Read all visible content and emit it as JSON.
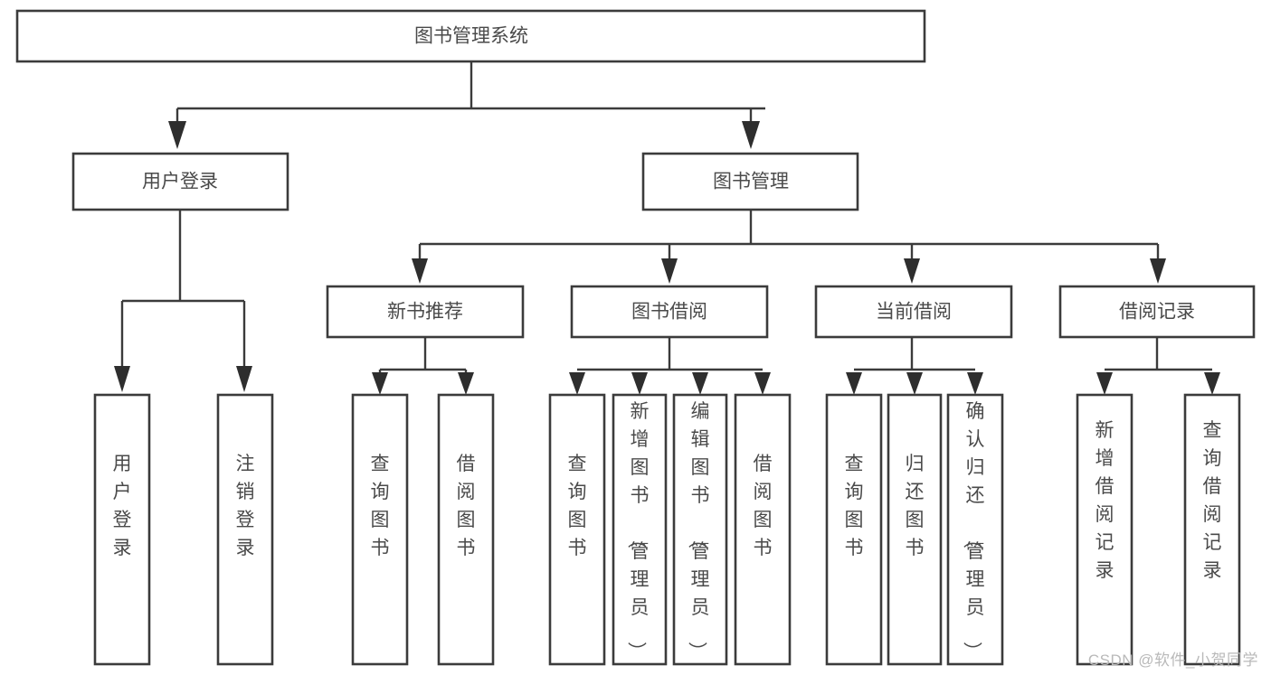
{
  "diagram": {
    "type": "tree-hierarchy-chart",
    "title": "图书管理系统",
    "background_color": "#ffffff",
    "box_stroke_color": "#3b3b3b",
    "text_color": "#4a4a4a",
    "arrow_color": "#2e2e2e",
    "levels": 3
  },
  "root": {
    "label": "图书管理系统"
  },
  "level1": [
    {
      "label": "用户登录"
    },
    {
      "label": "图书管理"
    }
  ],
  "level2": [
    {
      "label": "新书推荐"
    },
    {
      "label": "图书借阅"
    },
    {
      "label": "当前借阅"
    },
    {
      "label": "借阅记录"
    }
  ],
  "leaves": {
    "user_login": [
      {
        "label": "用户登录"
      },
      {
        "label": "注销登录"
      }
    ],
    "new_book_recommend": [
      {
        "label": "查询图书"
      },
      {
        "label": "借阅图书"
      }
    ],
    "book_borrow": [
      {
        "label": "查询图书"
      },
      {
        "label": "新增图书（管理员）"
      },
      {
        "label": "编辑图书（管理员）"
      },
      {
        "label": "借阅图书"
      }
    ],
    "current_borrow": [
      {
        "label": "查询图书"
      },
      {
        "label": "归还图书"
      },
      {
        "label": "确认归还（管理员）"
      }
    ],
    "borrow_record": [
      {
        "label": "新增借阅记录"
      },
      {
        "label": "查询借阅记录"
      }
    ]
  },
  "watermark": {
    "text": "CSDN @软件_小贺同学"
  }
}
